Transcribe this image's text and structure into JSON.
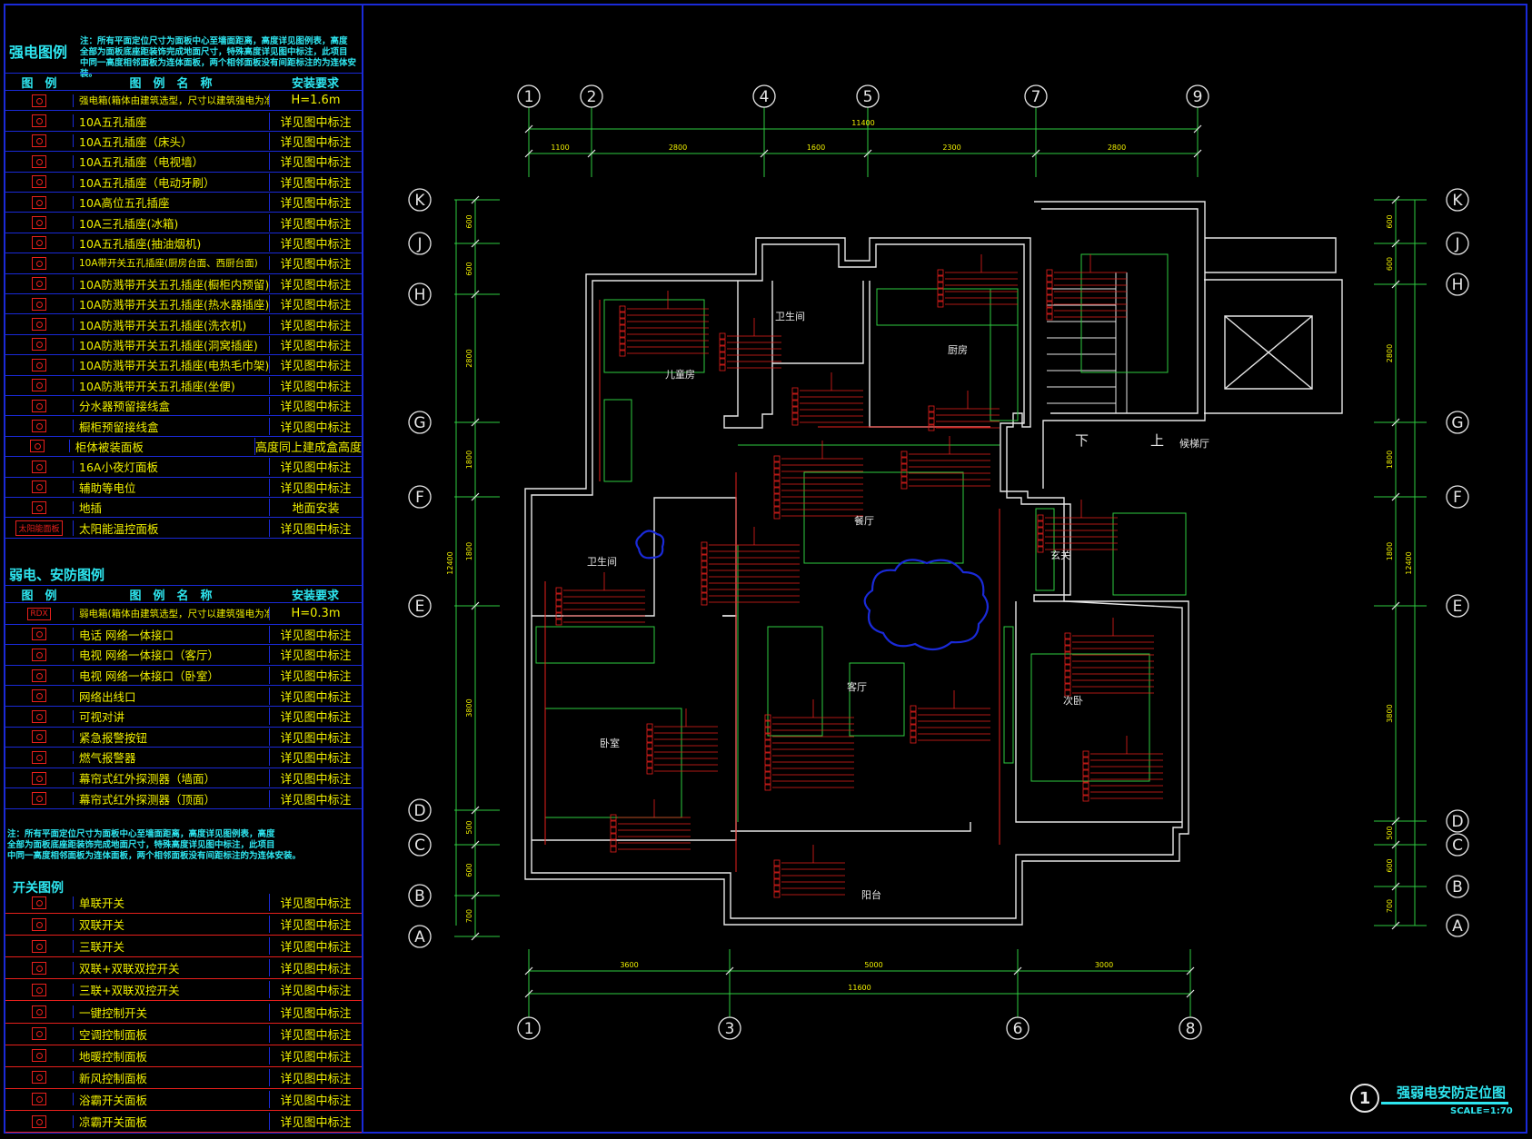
{
  "strong_legend": {
    "title": "强电图例",
    "note_lines": [
      "注：所有平面定位尺寸为面板中心至墙面距离，高度详见图例表，高度",
      "全部为面板底座距装饰完成地面尺寸，特殊高度详见图中标注，此项目",
      "中同一高度相邻面板为连体面板，两个相邻面板没有间距标注的为连体安装。"
    ],
    "headers": [
      "图　例",
      "图　例　名　称",
      "安装要求"
    ],
    "rows": [
      {
        "name": "强电箱(箱体由建筑选型，尺寸以建筑强电为准)",
        "req": "H=1.6m"
      },
      {
        "name": "10A五孔插座",
        "req": "详见图中标注"
      },
      {
        "name": "10A五孔插座（床头）",
        "req": "详见图中标注"
      },
      {
        "name": "10A五孔插座（电视墙）",
        "req": "详见图中标注"
      },
      {
        "name": "10A五孔插座（电动牙刷）",
        "req": "详见图中标注"
      },
      {
        "name": "10A高位五孔插座",
        "req": "详见图中标注"
      },
      {
        "name": "10A三孔插座(冰箱)",
        "req": "详见图中标注"
      },
      {
        "name": "10A五孔插座(抽油烟机)",
        "req": "详见图中标注"
      },
      {
        "name": "10A带开关五孔插座(厨房台面、西厨台面)",
        "req": "详见图中标注"
      },
      {
        "name": "10A防溅带开关五孔插座(橱柜内预留)",
        "req": "详见图中标注"
      },
      {
        "name": "10A防溅带开关五孔插座(热水器插座)",
        "req": "详见图中标注"
      },
      {
        "name": "10A防溅带开关五孔插座(洗衣机)",
        "req": "详见图中标注"
      },
      {
        "name": "10A防溅带开关五孔插座(洞窝插座)",
        "req": "详见图中标注"
      },
      {
        "name": "10A防溅带开关五孔插座(电热毛巾架)",
        "req": "详见图中标注"
      },
      {
        "name": "10A防溅带开关五孔插座(坐便)",
        "req": "详见图中标注"
      },
      {
        "name": "分水器预留接线盒",
        "req": "详见图中标注"
      },
      {
        "name": "橱柜预留接线盒",
        "req": "详见图中标注"
      },
      {
        "name": "柜体被装面板",
        "req": "高度同上建成盒高度"
      },
      {
        "name": "16A小夜灯面板",
        "req": "详见图中标注"
      },
      {
        "name": "辅助等电位",
        "req": "详见图中标注"
      },
      {
        "name": "地插",
        "req": "地面安装"
      },
      {
        "name": "太阳能温控面板",
        "req": "详见图中标注",
        "sym_text": "太阳能面板"
      }
    ]
  },
  "weak_legend": {
    "title": "弱电、安防图例",
    "headers": [
      "图　例",
      "图　例　名　称",
      "安装要求"
    ],
    "rows": [
      {
        "name": "弱电箱(箱体由建筑选型，尺寸以建筑强电为准)",
        "req": "H=0.3m",
        "sym_text": "RDX"
      },
      {
        "name": "电话 网络一体接口",
        "req": "详见图中标注"
      },
      {
        "name": "电视 网络一体接口（客厅）",
        "req": "详见图中标注"
      },
      {
        "name": "电视 网络一体接口（卧室）",
        "req": "详见图中标注"
      },
      {
        "name": "网络出线口",
        "req": "详见图中标注"
      },
      {
        "name": "可视对讲",
        "req": "详见图中标注"
      },
      {
        "name": "紧急报警按钮",
        "req": "详见图中标注"
      },
      {
        "name": "燃气报警器",
        "req": "详见图中标注"
      },
      {
        "name": "幕帘式红外探测器（墙面）",
        "req": "详见图中标注"
      },
      {
        "name": "幕帘式红外探测器（顶面）",
        "req": "详见图中标注"
      }
    ],
    "note_lines": [
      "注：所有平面定位尺寸为面板中心至墙面距离，高度详见图例表，高度",
      "全部为面板底座距装饰完成地面尺寸，特殊高度详见图中标注，此项目",
      "中同一高度相邻面板为连体面板，两个相邻面板没有间距标注的为连体安装。"
    ]
  },
  "switch_legend": {
    "title": "开关图例",
    "rows": [
      {
        "name": "单联开关",
        "req": "详见图中标注"
      },
      {
        "name": "双联开关",
        "req": "详见图中标注"
      },
      {
        "name": "三联开关",
        "req": "详见图中标注"
      },
      {
        "name": "双联+双联双控开关",
        "req": "详见图中标注"
      },
      {
        "name": "三联+双联双控开关",
        "req": "详见图中标注"
      },
      {
        "name": "一键控制开关",
        "req": "详见图中标注"
      },
      {
        "name": "空调控制面板",
        "req": "详见图中标注"
      },
      {
        "name": "地暖控制面板",
        "req": "详见图中标注"
      },
      {
        "name": "新风控制面板",
        "req": "详见图中标注"
      },
      {
        "name": "浴霸开关面板",
        "req": "详见图中标注"
      },
      {
        "name": "凉霸开关面板",
        "req": "详见图中标注"
      }
    ]
  },
  "plan": {
    "axes_top": [
      "1",
      "2",
      "4",
      "5",
      "7",
      "9"
    ],
    "axes_bottom": [
      "1",
      "3",
      "6",
      "8"
    ],
    "axes_rows": [
      "K",
      "J",
      "H",
      "G",
      "F",
      "E",
      "D",
      "C",
      "B",
      "A"
    ],
    "dims_top": [
      "1100",
      "2800",
      "1600",
      "2300",
      "2800"
    ],
    "dim_top_total": "11400",
    "dims_bottom": [
      "3600",
      "5000",
      "3000"
    ],
    "dim_bottom_total": "11600",
    "dims_left": [
      "600",
      "600",
      "2800",
      "1800",
      "1800",
      "3800",
      "500",
      "600",
      "700"
    ],
    "dim_left_total": "12400",
    "rooms": {
      "bath1": "卫生间",
      "kitchen": "厨房",
      "child": "儿童房",
      "dining": "餐厅",
      "bath2": "卫生间",
      "entry": "玄关",
      "living": "客厅",
      "master": "卧室",
      "second": "次卧",
      "balcony": "阳台",
      "lobby": "候梯厅",
      "down": "下",
      "up": "上"
    }
  },
  "title_block": {
    "number": "1",
    "title": "强弱电安防定位图",
    "scale": "SCALE=1:70"
  },
  "colors": {
    "cyan": "#2ee6f0",
    "yellow": "#f0f000",
    "red": "#e8201c",
    "green": "#2ecc40",
    "blue": "#1a2ad8",
    "white": "#e6e6e6"
  }
}
